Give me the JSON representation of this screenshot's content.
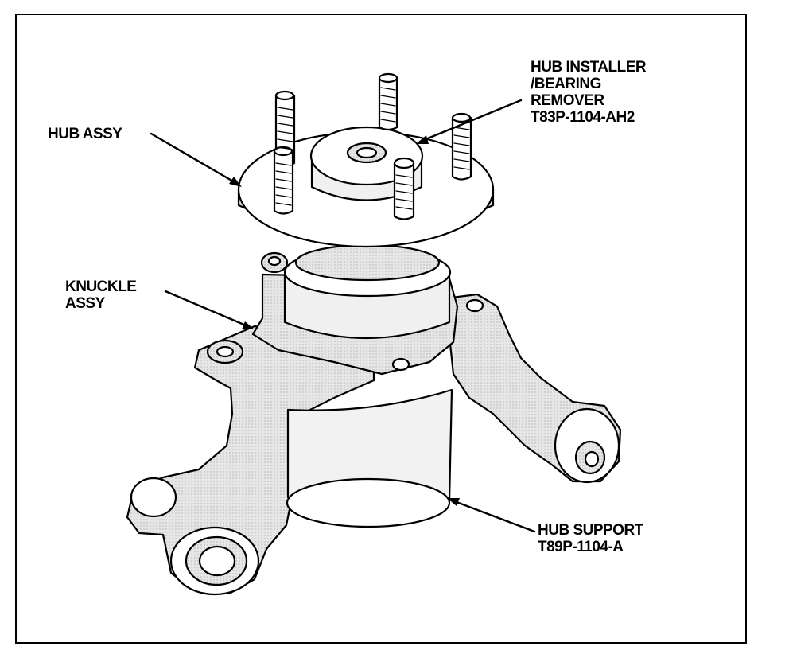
{
  "labels": {
    "hub_assy": [
      "HUB ASSY"
    ],
    "hub_installer": [
      "HUB INSTALLER",
      "/BEARING",
      "REMOVER",
      "T83P-1104-AH2"
    ],
    "knuckle_assy": [
      "KNUCKLE",
      "ASSY"
    ],
    "hub_support": [
      "HUB SUPPORT",
      "T89P-1104-A"
    ]
  },
  "colors": {
    "ink": "#000000",
    "paper": "#ffffff",
    "shade": "#d9d9d9"
  }
}
